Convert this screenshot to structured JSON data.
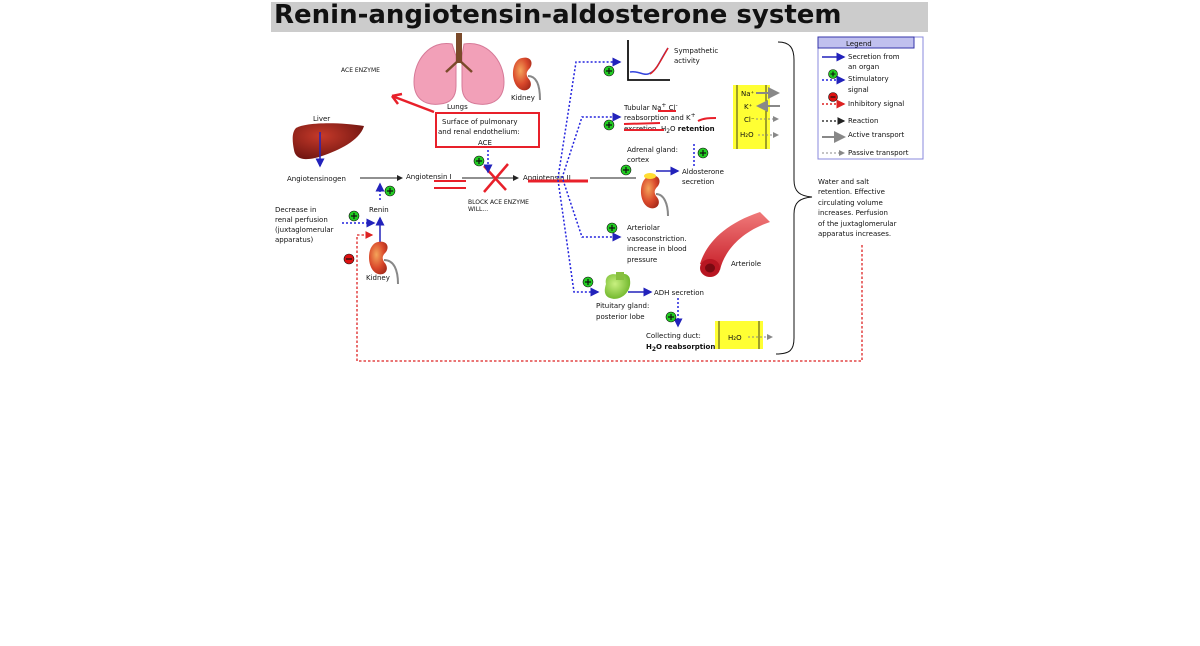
{
  "title": "Renin-angiotensin-aldosterone system",
  "annotations": {
    "ace_enzyme": "ACE ENZYME",
    "block_line1": "BLOCK ACE ENZYME",
    "block_line2": "WILL..."
  },
  "organs": {
    "lungs": "Lungs",
    "kidney_top": "Kidney",
    "liver": "Liver",
    "kidney_bottom": "Kidney",
    "arteriole": "Arteriole"
  },
  "ace_box": {
    "line1": "Surface of pulmonary",
    "line2": "and renal endothelium:",
    "line3": "ACE"
  },
  "pathway": {
    "angiotensinogen": "Angiotensinogen",
    "angiotensin1": "Angiotensin I",
    "angiotensin2": "Angiotensin II",
    "renin": "Renin",
    "perfusion": [
      "Decrease in",
      "renal perfusion",
      "(juxtaglomerular",
      "apparatus)"
    ]
  },
  "effects": {
    "sympathetic": [
      "Sympathetic",
      "activity"
    ],
    "tubular": {
      "line1a": "Tubular ",
      "line1b": "Na",
      "line1c": "+",
      "line1d": " Cl",
      "line1e": "-",
      "line2": "reabsorption and K",
      "line2sup": "+",
      "line3a": "excretion. H",
      "line3sub": "2",
      "line3b": "O ",
      "line3c": "retention"
    },
    "adrenal": [
      "Adrenal gland:",
      "cortex"
    ],
    "aldosterone": [
      "Aldosterone",
      "secretion"
    ],
    "arteriolar": [
      "Arteriolar",
      "vasoconstriction.",
      "increase in blood",
      "pressure"
    ],
    "adh": "ADH secretion",
    "pituitary": [
      "Pituitary gland:",
      "posterior lobe"
    ],
    "collecting": {
      "line1": "Collecting duct:",
      "line2a": "H",
      "line2sub": "2",
      "line2b": "O reabsorption"
    }
  },
  "transport": {
    "ions": [
      "Na⁺",
      "K⁺",
      "Cl⁻",
      "H₂O"
    ],
    "water": "H₂O"
  },
  "summary": [
    "Water and salt",
    "retention. Effective",
    "circulating volume",
    "increases. Perfusion",
    "of the juxtaglomerular",
    "apparatus increases."
  ],
  "legend": {
    "title": "Legend",
    "items": [
      {
        "label": [
          "Secretion from",
          "an organ"
        ]
      },
      {
        "label": [
          "Stimulatory",
          "signal"
        ]
      },
      {
        "label": [
          "Inhibitory signal"
        ]
      },
      {
        "label": [
          "Reaction"
        ]
      },
      {
        "label": [
          "Active transport"
        ]
      },
      {
        "label": [
          "Passive transport"
        ]
      }
    ]
  },
  "colors": {
    "secretion": "#2222bb",
    "stimulatory": "#2222dd",
    "inhibitory": "#dd2222",
    "annotation_red": "#e8202a",
    "plus_green": "#22cc22",
    "minus_red": "#dd1111",
    "transport_yellow": "#ffff33",
    "legend_border": "#8888dd",
    "legend_header": "#c0c0ee"
  }
}
